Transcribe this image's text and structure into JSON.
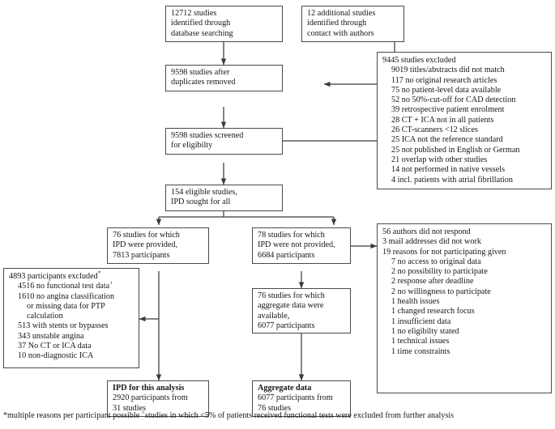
{
  "diagram": {
    "title": "PRISMA study selection flow diagram",
    "line_color": "#3a3a3a",
    "box_border_color": "#4a4a4a",
    "background": "#ffffff"
  },
  "boxes": {
    "identified_database": {
      "lines": [
        "12712 studies",
        "identified through",
        "database searching"
      ]
    },
    "identified_contact": {
      "lines": [
        "12 additional studies",
        "identified through",
        "contact with authors"
      ]
    },
    "duplicates_removed": {
      "lines": [
        "9598 studies after",
        "duplicates removed"
      ]
    },
    "screened": {
      "lines": [
        "9598 studies screened",
        "for eligibilty"
      ]
    },
    "eligible": {
      "lines": [
        "154 eligible studies,",
        "IPD sought for all"
      ]
    },
    "excluded_studies": {
      "header": "9445 studies excluded",
      "items": [
        "9019 titles/abstracts did not match",
        "117 no original research articles",
        "75 no patient-level data available",
        "52 no 50%-cut-off for CAD detection",
        "39 retrospective patient enrolment",
        "28 CT + ICA not in all patients",
        "26 CT-scanners <12 slices",
        "25 ICA not the reference standard",
        "25 not published in English or German",
        "21 overlap with other studies",
        "14 not performed in native vessels",
        "4 incl. patients with atrial fibrillation"
      ]
    },
    "ipd_provided": {
      "lines": [
        "76 studies for which",
        "IPD were provided,",
        "7813 participants"
      ]
    },
    "ipd_not_provided": {
      "lines": [
        "78 studies for which",
        "IPD were not provided,",
        "6684 participants"
      ]
    },
    "no_ipd_reasons": {
      "top_items": [
        "56 authors did not respond",
        "3 mail addresses did not work",
        "19 reasons for not participating given"
      ],
      "sub_items": [
        "7 no access to original data",
        "2 no possibility to participate",
        "2 response after deadline",
        "2 no willingness to participate",
        "1 health issues",
        "1 changed research focus",
        "1 insufficient data",
        "1 no eligibilty stated",
        "1 technical issues",
        "1 time constraints"
      ]
    },
    "participants_excluded": {
      "header_text": "4893 participants excluded",
      "header_mark": "*",
      "items": [
        {
          "text": "4516 no functional test data",
          "mark": "+",
          "indent": 1
        },
        {
          "text": "1610 no angina classification",
          "mark": "",
          "indent": 1
        },
        {
          "text": "or missing data for PTP",
          "mark": "",
          "indent": 2
        },
        {
          "text": "calculation",
          "mark": "",
          "indent": 2
        },
        {
          "text": "513 with stents or bypasses",
          "mark": "",
          "indent": 1
        },
        {
          "text": "343 unstable angina",
          "mark": "",
          "indent": 1
        },
        {
          "text": "37 No CT or ICA data",
          "mark": "",
          "indent": 1
        },
        {
          "text": "10 non-diagnostic ICA",
          "mark": "",
          "indent": 1
        }
      ]
    },
    "aggregate_available": {
      "lines": [
        "76 studies for which",
        "aggregate data were",
        "available,",
        "6077 participants"
      ]
    },
    "result_ipd": {
      "header": "IPD for this analysis",
      "lines": [
        "2920 participants from",
        "31 studies"
      ]
    },
    "result_aggregate": {
      "header": "Aggregate data",
      "lines": [
        "6077 participants from",
        "76 studies"
      ]
    }
  },
  "footnote": {
    "part1": "*multiple reasons per participant possible ",
    "mark": "+",
    "part2": "studies in which <5% of patients received functional tests were excluded from further analysis"
  }
}
